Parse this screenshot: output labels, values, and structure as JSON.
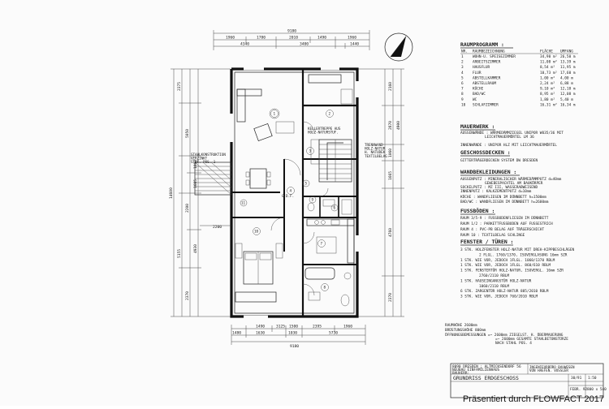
{
  "plan": {
    "top_dims_outer": "9180",
    "top_dims_a": [
      "1960",
      "1780",
      "2010",
      "1490",
      "1960"
    ],
    "top_dims_b": [
      "4340",
      "3400",
      "1440"
    ],
    "bottom_dims_a": [
      "1490",
      "3125",
      "1500",
      "2395",
      "1960"
    ],
    "bottom_dims_b": [
      "1480",
      "1630",
      "1030",
      "5730"
    ],
    "bottom_dims_outer": "9180",
    "left_dims_outer": "14600",
    "left_dims": [
      "2375",
      "5050",
      "1060",
      "1685",
      "2200",
      "5155",
      "4930",
      "2370"
    ],
    "right_dims": [
      "2160",
      "2870",
      "4900",
      "1060",
      "1665",
      "4760",
      "2370"
    ],
    "mid_dim": "2200",
    "room_numbers": [
      "1",
      "2",
      "3",
      "4",
      "5",
      "6",
      "7",
      "8",
      "9",
      "10",
      "11"
    ],
    "labels": {
      "stahl": "STAHLKONSTRUKTION\nVERZINKT\nSTUF. POS. 1",
      "trennwand": "TRENNWAND\nHOLZ-NATUR\nH. NATUDEK\nTEXTILBELAG",
      "kellertreppe": "KELLERTREPPE AUS\nHOLZ-NATURSTUF.",
      "gdf": "G.D.F."
    }
  },
  "raum": {
    "title": "RAUMPROGRAMM :",
    "cols": [
      "NR.",
      "RAUMBEZEICHNUNG",
      "FLÄCHE",
      "UMFANG"
    ],
    "rows": [
      [
        "1",
        "WOHN-U. SPEISEZIMMER",
        "34,90 m²",
        "26,50 m"
      ],
      [
        "2",
        "ARBEITSZIMMER",
        "11,08 m²",
        "13,39 m"
      ],
      [
        "3",
        "HAUSFLUR",
        "8,54 m²",
        "11,95 m"
      ],
      [
        "4",
        "FLUR",
        "10,73 m²",
        "17,60 m"
      ],
      [
        "5",
        "ABSTELLKAMMER",
        "1,00 m²",
        "4,00 m"
      ],
      [
        "6",
        "ABSTELLRAUM",
        "2,24 m²",
        "6,88 m"
      ],
      [
        "7",
        "KÜCHE",
        "9,10 m²",
        "12,18 m"
      ],
      [
        "8",
        "BAD/WC",
        "8,95 m²",
        "12,08 m"
      ],
      [
        "9",
        "WC",
        "1,80 m²",
        "5,40 m"
      ],
      [
        "10",
        "SCHLAFZIMMER",
        "16,31 m²",
        "16,34 m"
      ]
    ]
  },
  "mauer": {
    "title": "MAUERWERK :",
    "lines": [
      "AUSSENWÄNDE : WÄRMEDÄMMZIEGEL UNIPOR W035/36 MIT",
      "LEICHTMAUERMÖRTEL LM 36",
      "INNENWÄNDE : UNIPOR HLZ MIT LEICHTMAUERMÖRTEL"
    ]
  },
  "decken": {
    "title": "GESCHOSSDECKEN :",
    "lines": [
      "GITTERTRÄGERDECKEN SYSTEM DW DRESDEN"
    ]
  },
  "wand": {
    "title": "WANDBEKLEIDUNGEN :",
    "lines": [
      "AUSSENPUTZ : MINERALISCHER WÄRMEDÄMMPUTZ d=40mm",
      "GEWEBESPACHTEL AM BAUKÖRPER",
      "SOCKELPUTZ : MZ III, WASSERABWEISEND",
      "INNENPUTZ : KALKZEMENTPUTZ d=10mm",
      "KÜCHE : WANDFLIESEN IM DÜNNBETT h=1500mm",
      "BAD/WC : WANDFLIESEN IM DÜNNBETT h=2600mm"
    ]
  },
  "fuss": {
    "title": "FUSSBÖDEN :",
    "lines": [
      "RAUM 3/5-9 : FUSSBODENFLIESEN IM DÜNNBETT",
      "RAUM 1/2 : PARKETTFUSSBODEN AUF FUSSESTRICH",
      "RAUM 4 : PVC-PB BELAG AUF TRÄGERSCHICHT",
      "RAUM 10 : TEXTILBELAG SCHLINGE"
    ]
  },
  "fenster": {
    "title": "FENSTER / TÜREN :",
    "lines": [
      "3 STK. HOLZFENSTER HOLZ-NATUR MIT DREH-KIPPBESCHLÄGEN",
      "2 FLGL. 1760/1370, ISOVERGLASUNG 16mm SZR",
      "1 STK. WIE VOR, JEDOCH 1FLGL. 1060/1370 RBLM",
      "1 STK. WIE VOR, JEDOCH 1FLGL. 860/610 RBLM",
      "1 STK. FENSTERTÜR HOLZ-NATUR, ISOVERGL. 16mm SZR",
      "2760/2110 RBLM",
      "1 STK. HAUSEINGANGSTÜR HOLZ-NATUR",
      "1060/2110 RBLM",
      "6 STK. ZARGENTÜR HOLZ-NATUR 885/2010 RBLM",
      "3 STK. WIE VOR, JEDOCH 760/2010 RBLM"
    ]
  },
  "hoehen": {
    "lines": [
      "RAUMHÖHE 2600mm",
      "BRÜSTUNGSHÖHE 800mm",
      "ÖFFNUNGSBEMESSUNGEN =~ 2600mm  ZIEGELST. H. ÜBERMAUERUNG",
      "=~ 2600mm  GESAMTE STAHLBETONSTÜRZE",
      "NACH STAHL POS. 4"
    ]
  },
  "titleblock": {
    "address": [
      "8090 DRESDEN ; ALTMICKSENDORF 56",
      "NEUBAU EINFAMILIENHAUS",
      "BAUHERR:"
    ],
    "stamp": [
      "INGENIEURBÜRO BAUWESEN",
      "VON HAEFEN. VOSSLER"
    ],
    "drawing_title": "GRUNDRISS ERDGESCHOSS",
    "cells": [
      "30/91",
      "1:50",
      "FEBR. 92",
      "800 x 540"
    ]
  },
  "watermark": "Präsentiert durch FLOWFACT 2017"
}
